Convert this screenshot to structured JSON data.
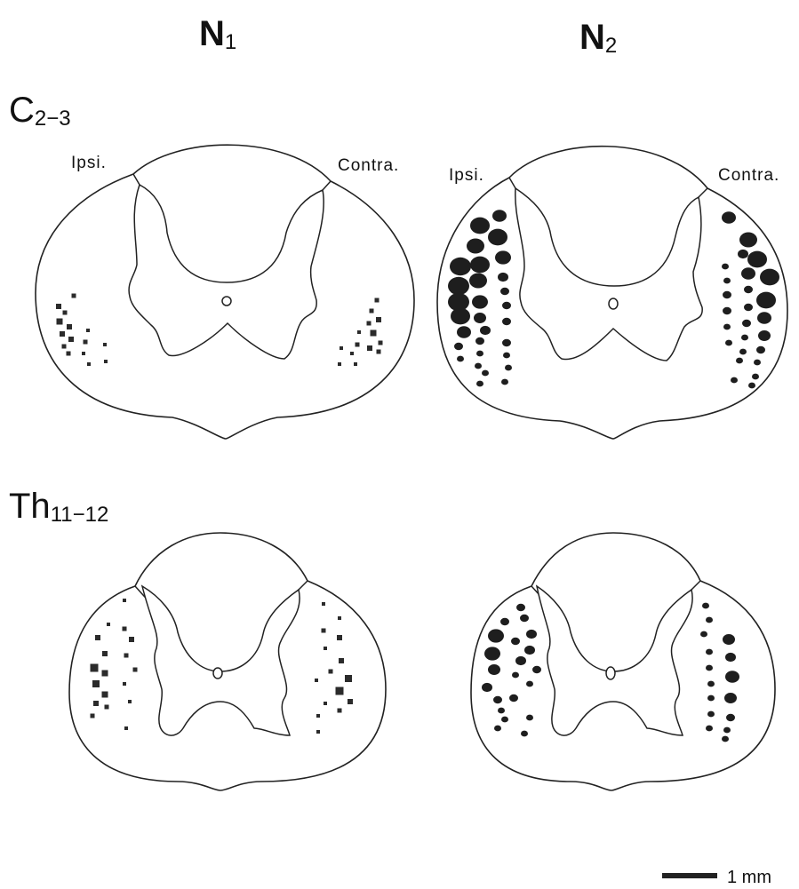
{
  "columns": [
    {
      "label": "N",
      "sub": "1"
    },
    {
      "label": "N",
      "sub": "2"
    }
  ],
  "rows": [
    {
      "label": "C",
      "sub": "2−3"
    },
    {
      "label": "Th",
      "sub": "11−12"
    }
  ],
  "side_labels": {
    "ipsi": "Ipsi.",
    "contra": "Contra."
  },
  "scale_bar": {
    "label": "1 mm"
  },
  "marker_legend": {
    "N1": "filled-squares",
    "N2": "filled-dots"
  }
}
